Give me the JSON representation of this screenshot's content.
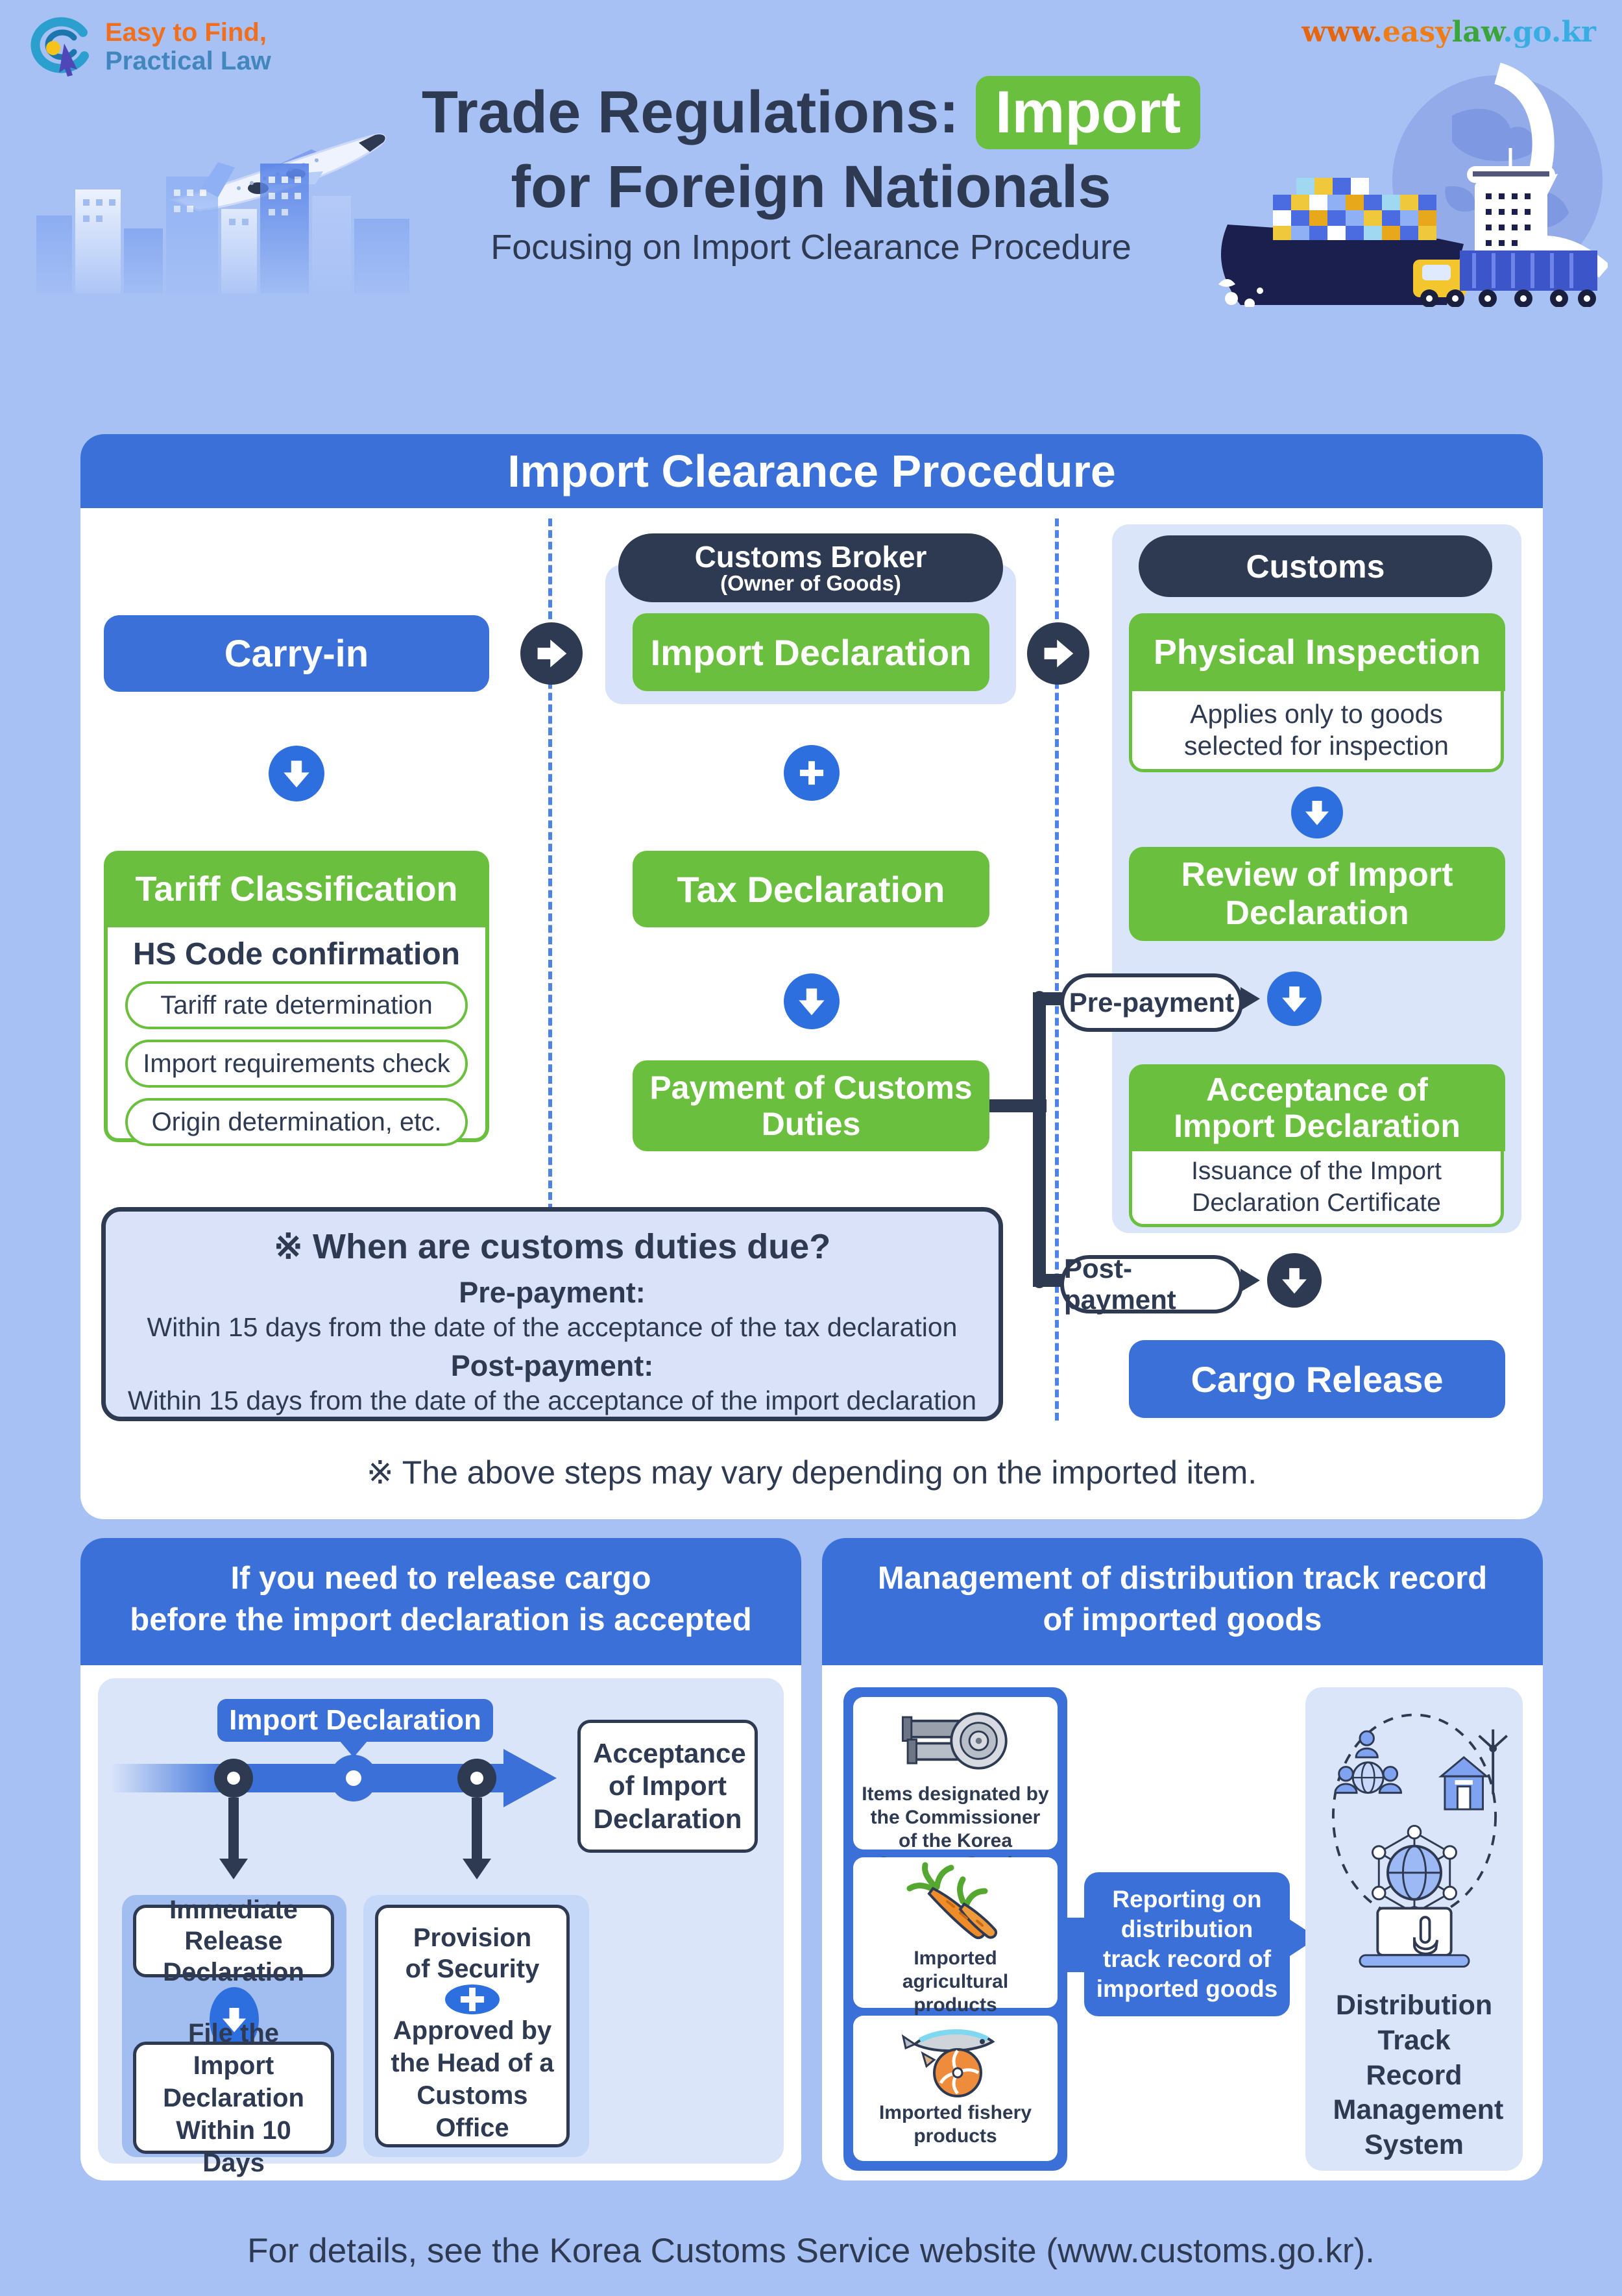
{
  "brand": {
    "logo_line1": "Easy to Find,",
    "logo_line2": "Practical Law"
  },
  "site": {
    "www": "www.",
    "easy": "easy",
    "law": "law",
    "domain": ".go.kr"
  },
  "header": {
    "title_prefix": "Trade Regulations:",
    "title_highlight": "Import",
    "title_line2": "for Foreign Nationals",
    "subtitle": "Focusing on Import Clearance Procedure"
  },
  "procedure": {
    "title": "Import Clearance Procedure",
    "carry_in": "Carry-in",
    "tariff_classification": "Tariff Classification",
    "hs_code_title": "HS Code confirmation",
    "hs_items": [
      "Tariff rate determination",
      "Import requirements check",
      "Origin determination, etc."
    ],
    "broker_line1": "Customs Broker",
    "broker_line2": "(Owner of Goods)",
    "import_declaration": "Import Declaration",
    "tax_declaration": "Tax Declaration",
    "payment": "Payment of Customs Duties",
    "customs": "Customs",
    "physical_inspection": "Physical Inspection",
    "physical_note": "Applies only to goods selected for inspection",
    "review": "Review of Import Declaration",
    "pre_payment": "Pre-payment",
    "acceptance": "Acceptance of Import Declaration",
    "acceptance_note": "Issuance of the Import Declaration Certificate",
    "post_payment": "Post-payment",
    "cargo_release": "Cargo Release",
    "duties_title": "※ When are customs duties due?",
    "duties_pre_label": "Pre-payment:",
    "duties_pre_text": "Within 15 days from the date of the acceptance of the tax declaration",
    "duties_post_label": "Post-payment:",
    "duties_post_text": "Within 15 days from the date of the acceptance of the import declaration",
    "footnote": "※ The above steps may vary depending on the imported item."
  },
  "release": {
    "header_line1": "If you need to release cargo",
    "header_line2": "before the import declaration is accepted",
    "pill": "Import Declaration",
    "acceptance": "Acceptance of Import Declaration",
    "immediate": "Immediate Release Declaration",
    "file_within": "File the Import Declaration Within 10 Days",
    "provision": "Provision of Security",
    "approved": "Approved by the Head of a Customs Office"
  },
  "track": {
    "header_line1": "Management of distribution track record",
    "header_line2": "of imported goods",
    "items": [
      {
        "icon": "fabric-rolls-icon",
        "label": "Items designated by the Commissioner of the Korea Customs Service"
      },
      {
        "icon": "carrots-icon",
        "label": "Imported agricultural products"
      },
      {
        "icon": "fish-icon",
        "label": "Imported fishery products"
      }
    ],
    "reporting": "Reporting on distribution track record of imported goods",
    "system": "Distribution Track Record Management System"
  },
  "footer": "For details, see the Korea Customs Service website (www.customs.go.kr).",
  "colors": {
    "background": "#a7c1f5",
    "card": "#ffffff",
    "accent_blue": "#3b70d9",
    "accent_green": "#6bbf3e",
    "navy": "#2e3a52",
    "panel_blue": "#dbe5fa",
    "branch_blue": "#a2bef0",
    "branch_light": "#c6d8f8",
    "arrow_blue": "#2e6fe0",
    "url_orange": "#e4670f",
    "url_green": "#3ba53c",
    "url_cyan": "#38ade2",
    "logo_orange": "#ef6f1e",
    "logo_steel_blue": "#4187bd"
  },
  "icons": {
    "logo-swirl-icon": "swirl+cursor",
    "airplane-icon": "✈",
    "city-skyline-icon": "🏙",
    "cargo-ship-scene-icon": "🚢🌐🚚",
    "arrow-down-icon": "↓",
    "arrow-right-icon": "→",
    "plus-icon": "+",
    "fabric-rolls-icon": "rolls",
    "carrots-icon": "🥕",
    "fish-icon": "🐟",
    "network-system-icon": "network+laptop+hand"
  }
}
